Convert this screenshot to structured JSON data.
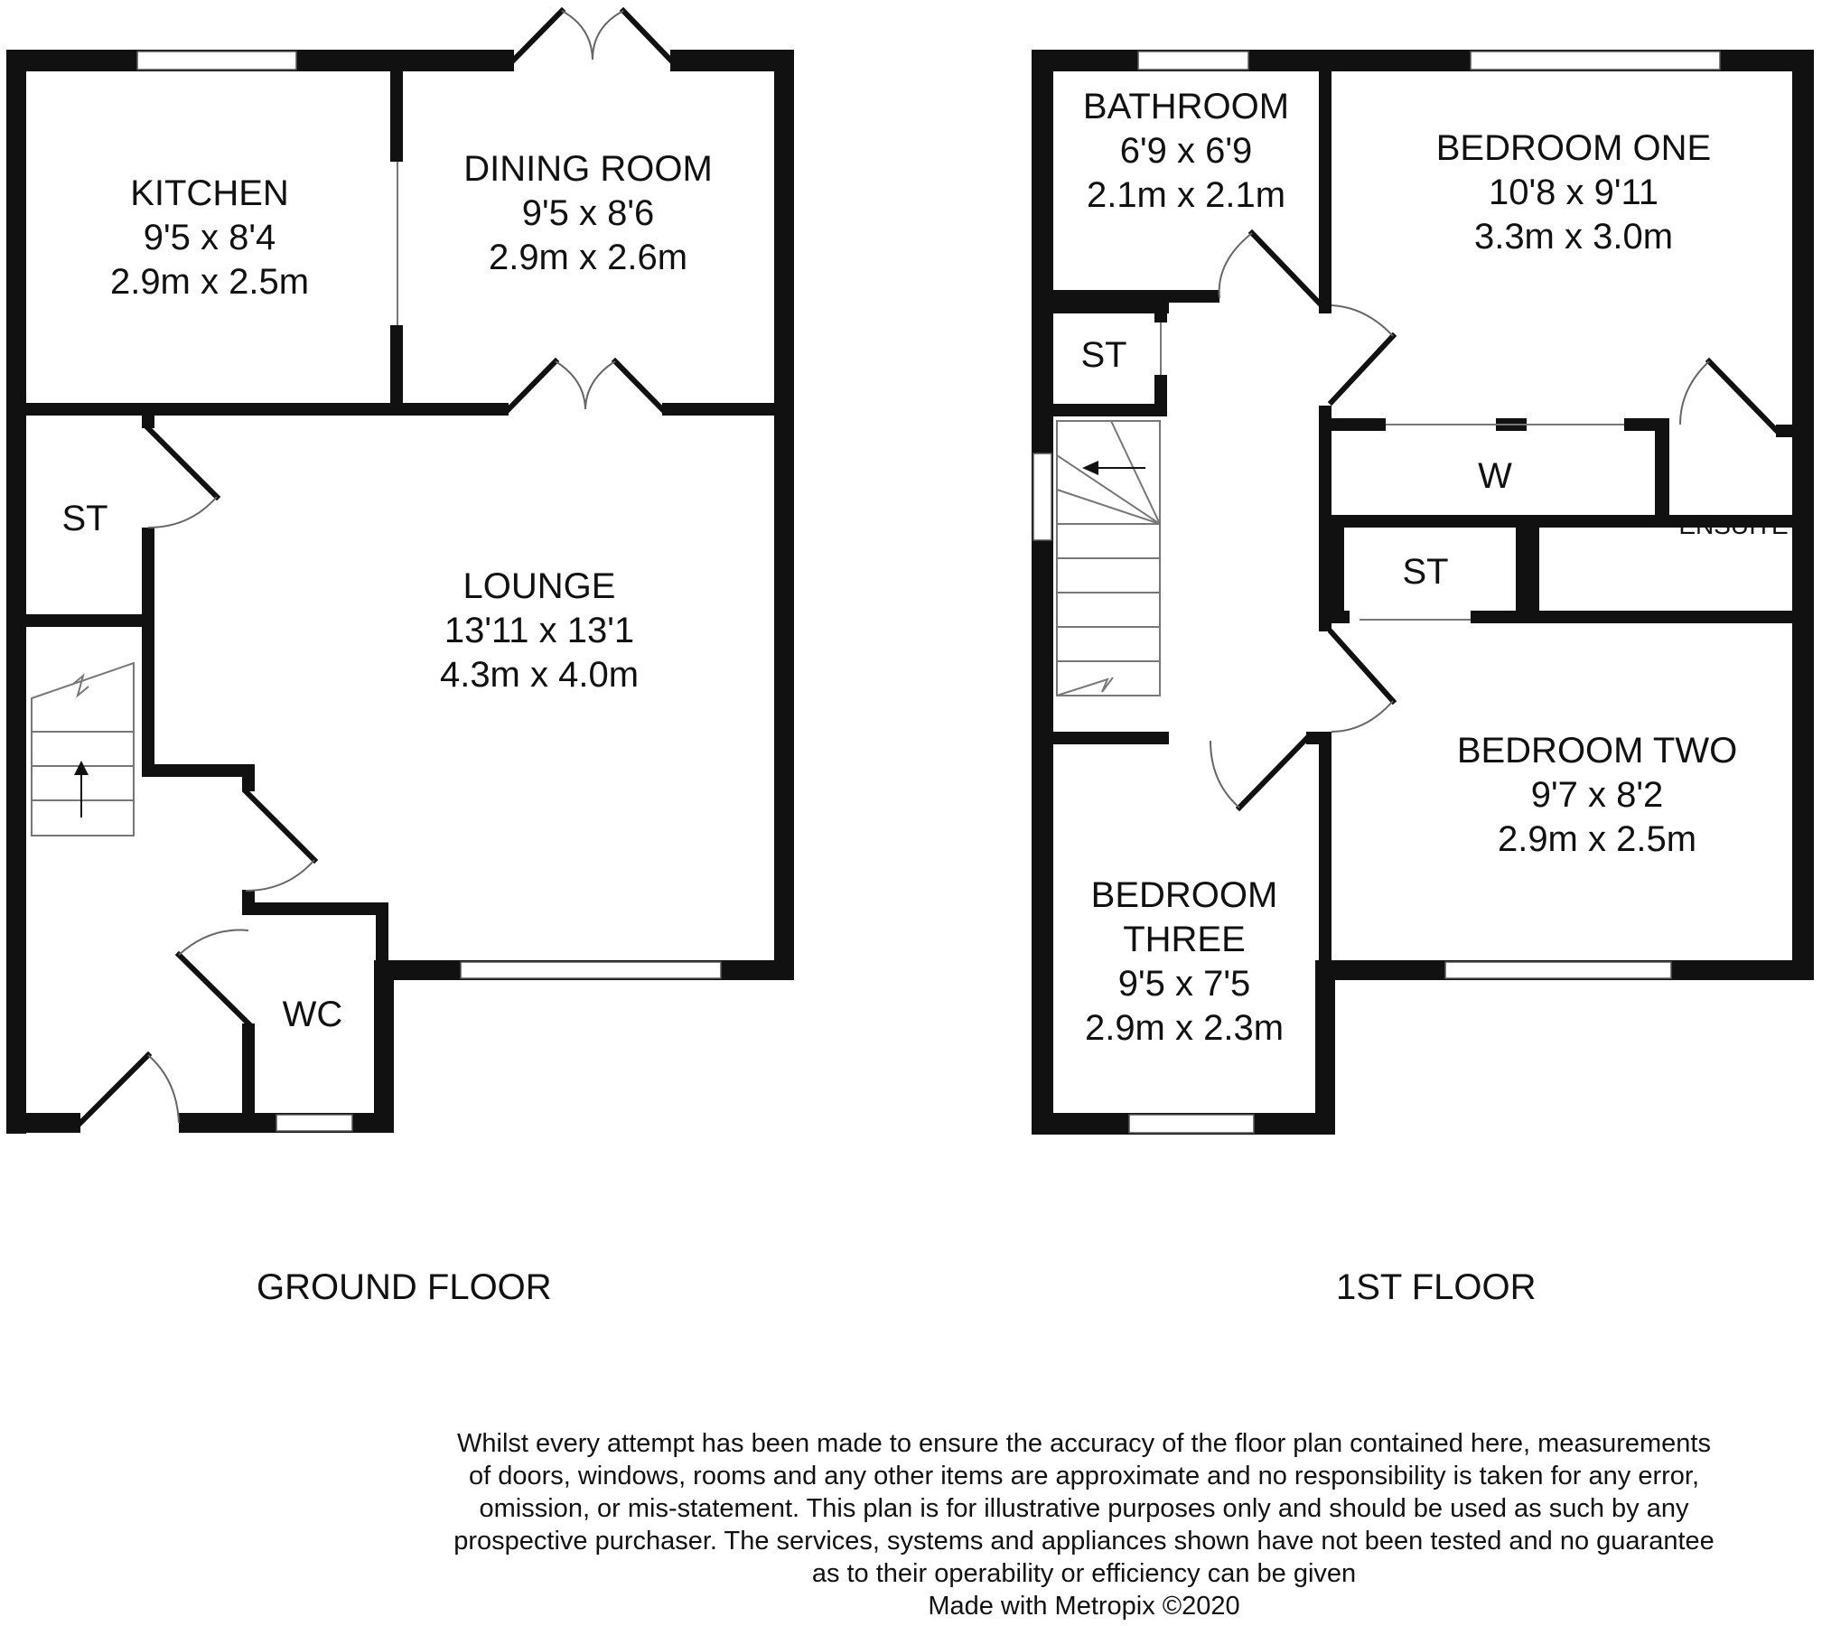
{
  "ground_floor": {
    "title": "GROUND FLOOR",
    "rooms": {
      "kitchen": {
        "name": "KITCHEN",
        "imperial": "9'5 x 8'4",
        "metric": "2.9m x 2.5m"
      },
      "dining": {
        "name": "DINING ROOM",
        "imperial": "9'5 x 8'6",
        "metric": "2.9m x 2.6m"
      },
      "lounge": {
        "name": "LOUNGE",
        "imperial": "13'11 x 13'1",
        "metric": "4.3m x 4.0m"
      },
      "store": {
        "name": "ST"
      },
      "wc": {
        "name": "WC"
      }
    }
  },
  "first_floor": {
    "title": "1ST FLOOR",
    "rooms": {
      "bathroom": {
        "name": "BATHROOM",
        "imperial": "6'9 x 6'9",
        "metric": "2.1m x 2.1m"
      },
      "bedroom_one": {
        "name": "BEDROOM ONE",
        "imperial": "10'8 x 9'11",
        "metric": "3.3m x 3.0m"
      },
      "bedroom_two": {
        "name": "BEDROOM TWO",
        "imperial": "9'7 x 8'2",
        "metric": "2.9m x 2.5m"
      },
      "bedroom_three": {
        "name_line1": "BEDROOM",
        "name_line2": "THREE",
        "imperial": "9'5 x 7'5",
        "metric": "2.9m x 2.3m"
      },
      "store_landing": {
        "name": "ST"
      },
      "store_mid": {
        "name": "ST"
      },
      "wardrobe": {
        "name": "W"
      },
      "ensuite": {
        "name": "ENSUITE"
      }
    }
  },
  "disclaimer": [
    "Whilst every attempt has been made to ensure the accuracy of the floor plan contained here, measurements",
    "of doors, windows, rooms and any other items are approximate and no responsibility is taken for any error,",
    "omission, or mis-statement. This plan is for illustrative purposes only and should be used as such by any",
    "prospective purchaser. The services, systems and appliances shown have not been tested and no guarantee",
    "as to their operability or efficiency can be given"
  ],
  "credit": "Made with Metropix ©2020"
}
